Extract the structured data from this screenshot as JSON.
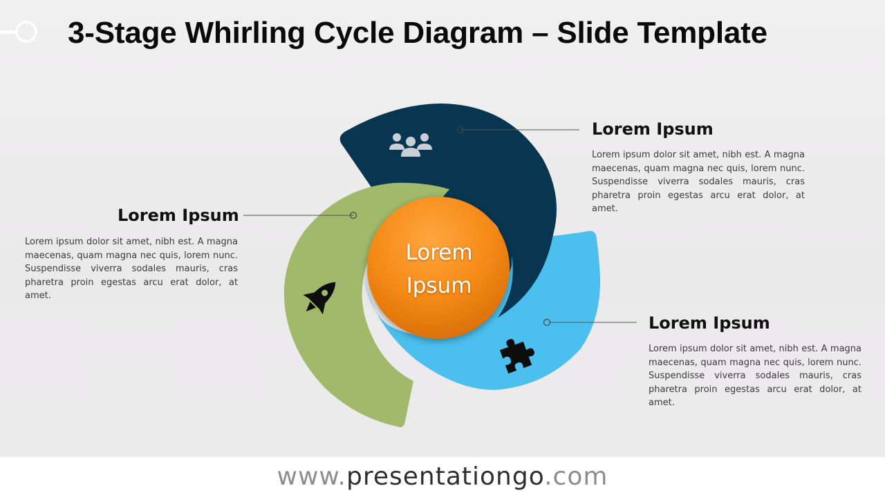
{
  "slide": {
    "title": "3-Stage Whirling Cycle Diagram – Slide Template"
  },
  "center": {
    "line1": "Lorem",
    "line2": "Ipsum"
  },
  "stages": [
    {
      "heading": "Lorem Ipsum",
      "body": "Lorem ipsum dolor sit amet, nibh est. A magna maecenas, quam magna nec quis, lorem nunc. Suspendisse viverra sodales mauris, cras pharetra proin egestas arcu erat dolor, at amet.",
      "icon": "team-icon",
      "color": "#083550"
    },
    {
      "heading": "Lorem Ipsum",
      "body": "Lorem ipsum dolor sit amet, nibh est. A magna maecenas, quam magna nec quis, lorem nunc. Suspendisse viverra sodales mauris, cras pharetra proin egestas arcu erat dolor, at amet.",
      "icon": "rocket-icon",
      "color": "#a0b96a"
    },
    {
      "heading": "Lorem Ipsum",
      "body": "Lorem ipsum dolor sit amet, nibh est. A magna maecenas, quam magna nec quis, lorem nunc. Suspendisse viverra sodales mauris, cras pharetra proin egestas arcu erat dolor, at amet.",
      "icon": "puzzle-icon",
      "color": "#4cbfed"
    }
  ],
  "center_color": "#f68c1f",
  "footer": {
    "prefix": "www.",
    "domain": "presentationgo",
    "suffix": ".com"
  }
}
